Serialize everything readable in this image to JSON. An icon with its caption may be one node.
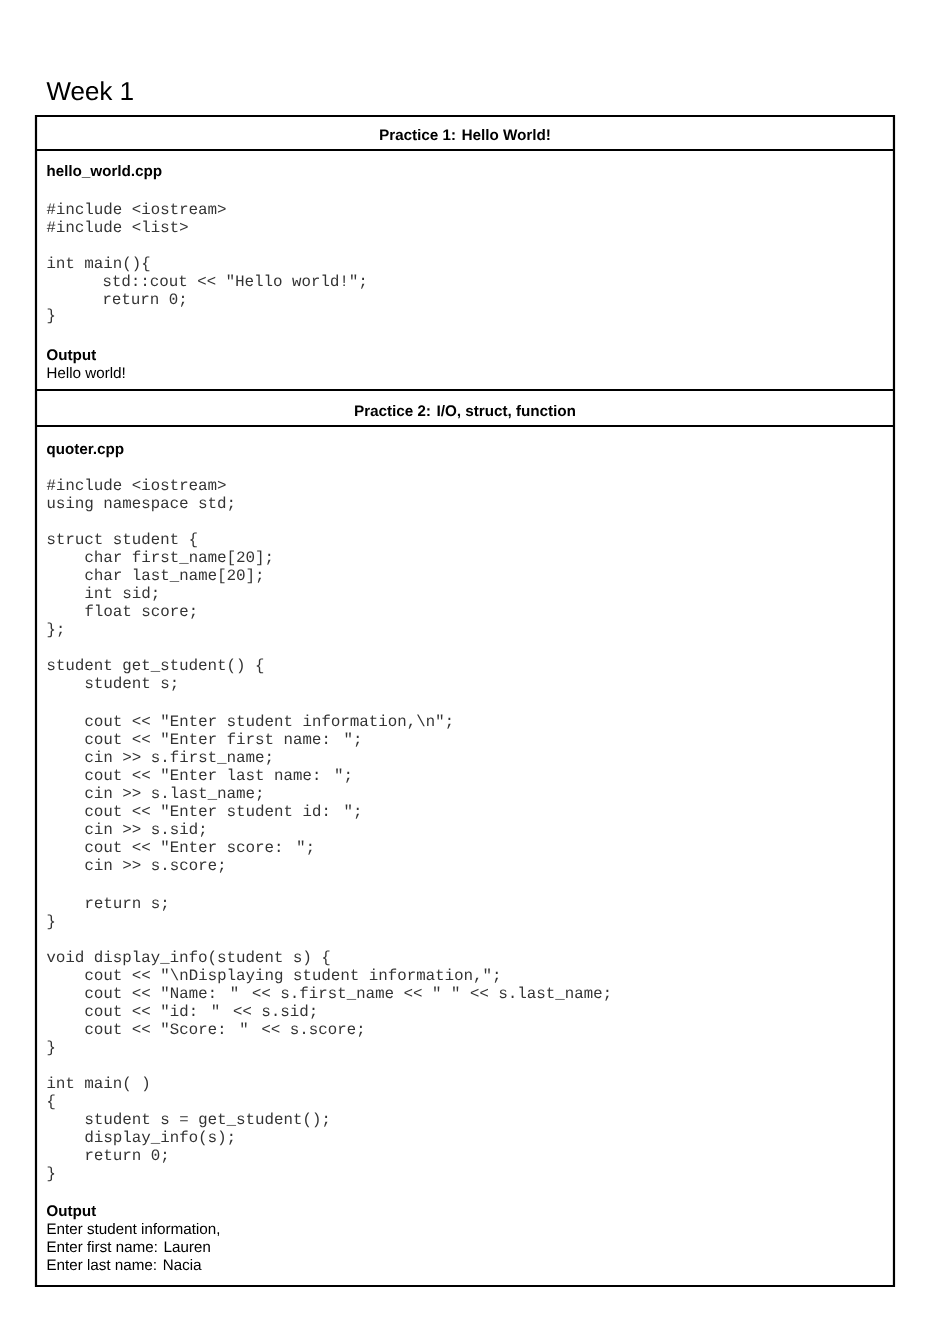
{
  "diagram": {
    "title": "Week 1",
    "labels": [
      "Practice 1: Hello World!",
      "hello_world.cpp",
      "#include <iostream>",
      "#include <list>",
      "int main(){",
      "std::cout << \"Hello world!\";",
      "return 0;",
      "}",
      "Output",
      "Hello world!",
      "Practice 2: I/O, struct, function",
      "quoter.cpp",
      "#include <iostream>",
      "using namespace std;",
      "struct student {",
      "char first_name[20];",
      "char last_name[20];",
      "int sid;",
      "float score;",
      "};",
      "student get_student() {",
      "student s;",
      "cout << \"Enter student information,\\n\";",
      "cout << \"Enter first name: \";",
      "cin >> s.first_name;",
      "cout << \"Enter last name: \";",
      "cin >> s.last_name;",
      "cout << \"Enter student id: \";",
      "cin >> s.sid;",
      "cout << \"Enter score: \";",
      "cin >> s.score;",
      "return s;",
      "}",
      "void display_info(student s) {",
      "cout << \"\\nDisplaying student information,\";",
      "cout << \"Name: \" << s.first_name << \" \" << s.last_name;",
      "cout << \"id: \" << s.sid;",
      "cout << \"Score: \" << s.score;",
      "}",
      "int main( )",
      "{",
      "student s = get_student();",
      "display_info(s);",
      "return 0;",
      "}",
      "Output",
      "Enter student information,",
      "Enter first name: Lauren",
      "Enter last name: Nacia"
    ]
  }
}
